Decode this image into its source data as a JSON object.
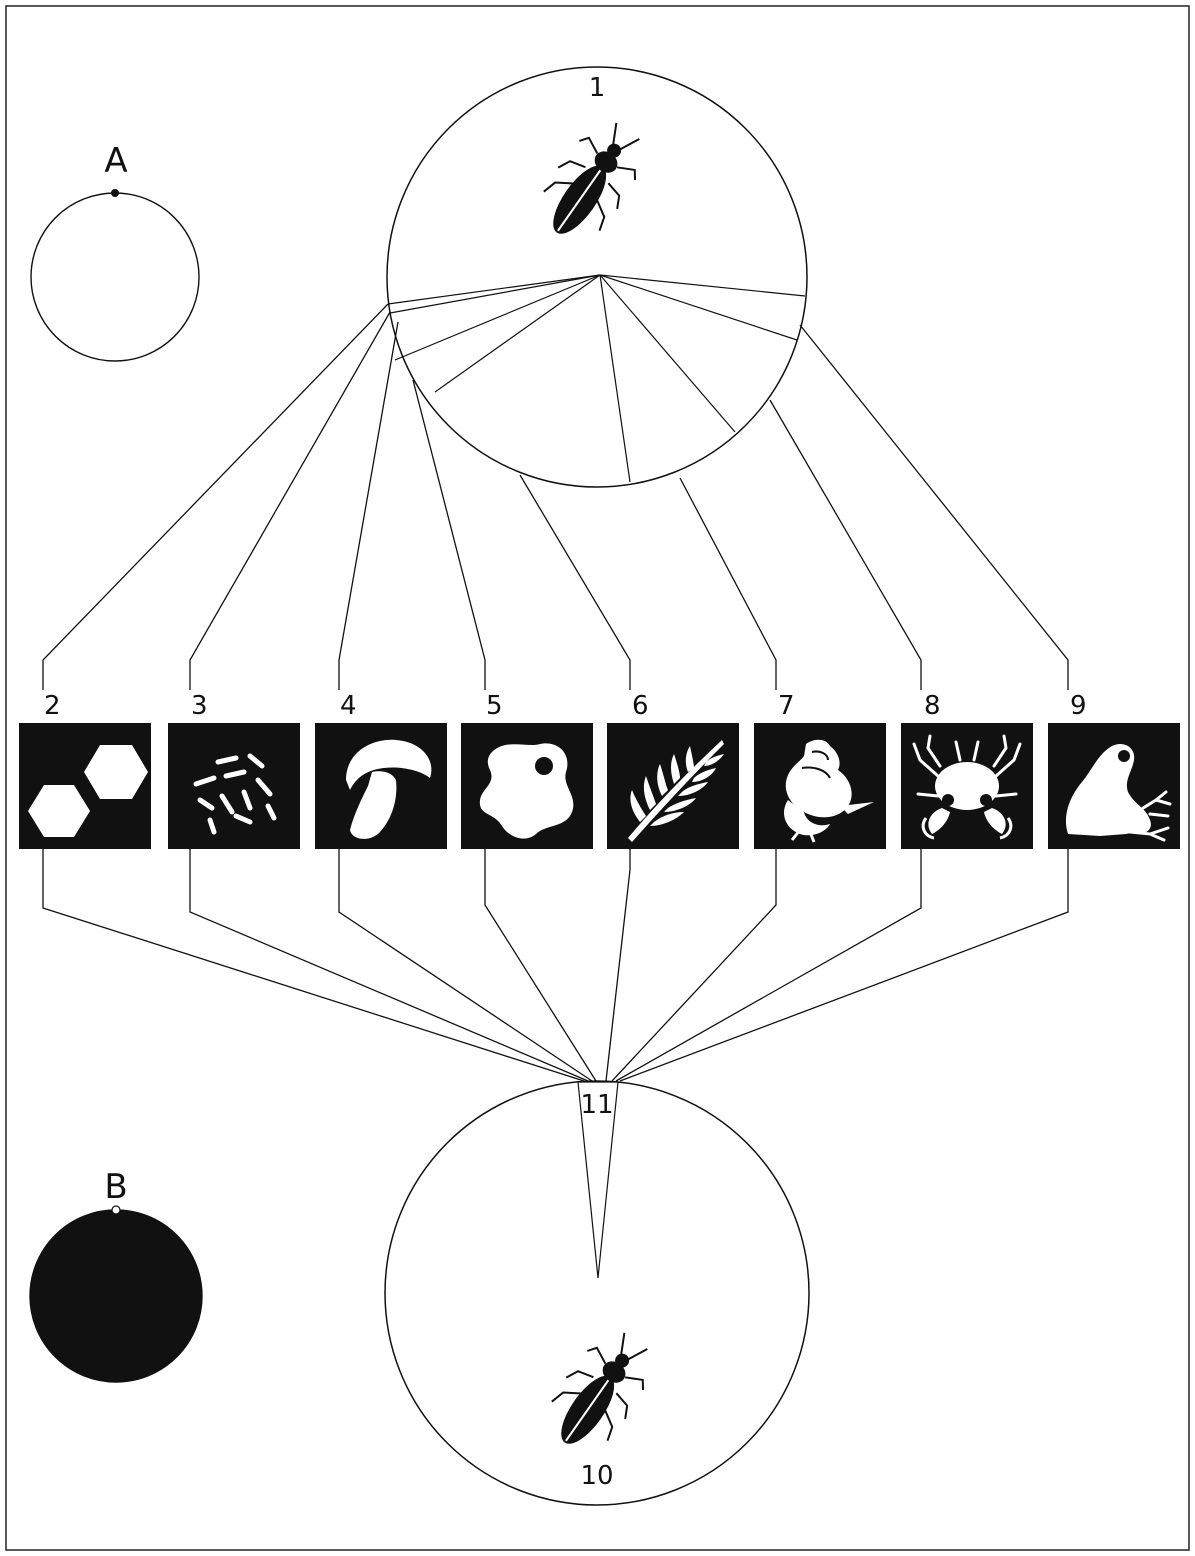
{
  "labels": {
    "a": "A",
    "b": "B",
    "top_circle": "1",
    "bottom_circle": "10",
    "convergence_point": "11"
  },
  "tiles": [
    {
      "number": "2",
      "icon": "hexagons-icon"
    },
    {
      "number": "3",
      "icon": "bacteria-rods-icon"
    },
    {
      "number": "4",
      "icon": "mushroom-icon"
    },
    {
      "number": "5",
      "icon": "amoeba-icon"
    },
    {
      "number": "6",
      "icon": "fern-leaf-icon"
    },
    {
      "number": "7",
      "icon": "snail-icon"
    },
    {
      "number": "8",
      "icon": "crab-icon"
    },
    {
      "number": "9",
      "icon": "frog-icon"
    }
  ],
  "creature_icon": "beetle-icon",
  "colors": {
    "ink": "#111111",
    "paper": "#ffffff"
  }
}
